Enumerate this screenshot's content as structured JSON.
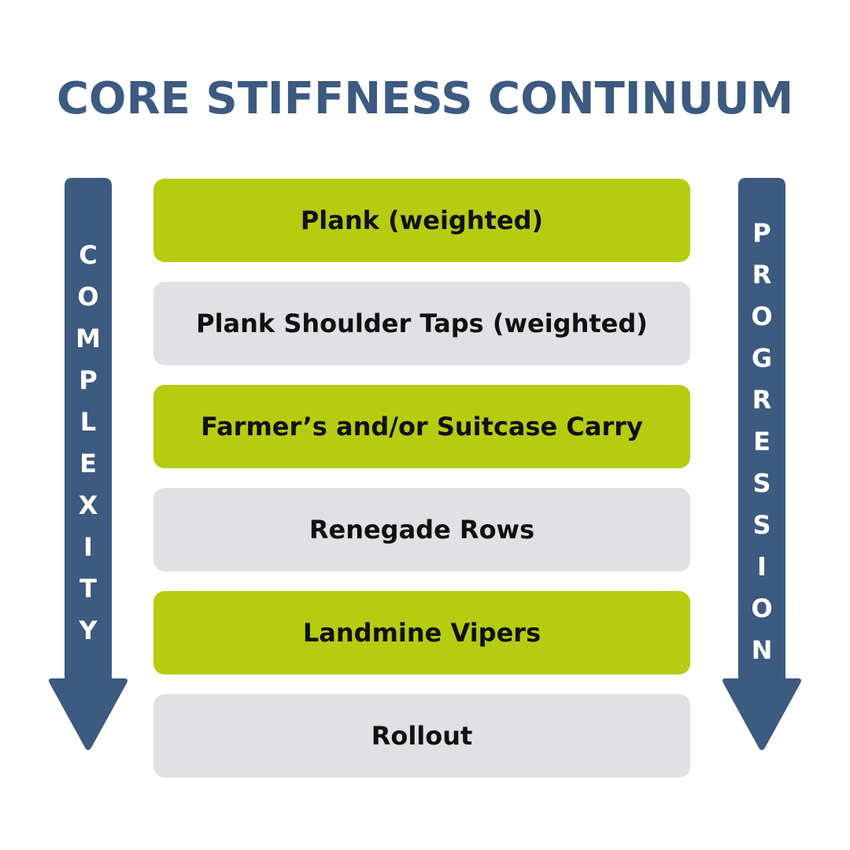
{
  "title": "CORE STIFFNESS CONTINUUM",
  "colors": {
    "title": "#3d5a80",
    "arrow": "#3d5a80",
    "green_step": "#b5cc10",
    "gray_step": "#e1e0e4"
  },
  "left_arrow": {
    "label": "COMPLEXITY",
    "letters": [
      "C",
      "O",
      "M",
      "P",
      "L",
      "E",
      "X",
      "I",
      "T",
      "Y"
    ]
  },
  "right_arrow": {
    "label": "PROGRESSION",
    "letters": [
      "P",
      "R",
      "O",
      "G",
      "R",
      "E",
      "S",
      "S",
      "I",
      "O",
      "N"
    ]
  },
  "steps": [
    {
      "label": "Plank (weighted)",
      "style": "green"
    },
    {
      "label": "Plank Shoulder Taps (weighted)",
      "style": "gray"
    },
    {
      "label": "Farmer’s and/or Suitcase Carry",
      "style": "green"
    },
    {
      "label": "Renegade Rows",
      "style": "gray"
    },
    {
      "label": "Landmine Vipers",
      "style": "green"
    },
    {
      "label": "Rollout",
      "style": "gray"
    }
  ]
}
